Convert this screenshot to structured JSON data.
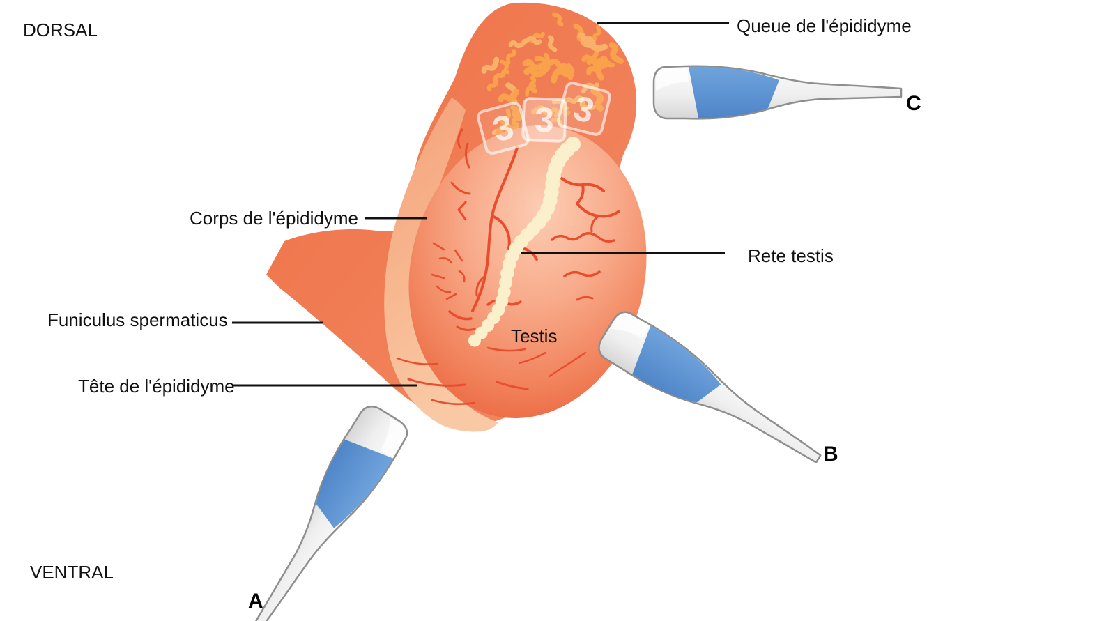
{
  "figure": {
    "type": "anatomical-diagram",
    "subject": "Testis and epididymis with ultrasound probe scan positions",
    "orientation": {
      "dorsal": "DORSAL",
      "ventral": "VENTRAL"
    },
    "labels": {
      "queue": "Queue de l'épididyme",
      "corps": "Corps de l'épididyme",
      "funiculus": "Funiculus spermaticus",
      "tete": "Tête de l'épididyme",
      "rete": "Rete testis",
      "testis": "Testis"
    },
    "probes": {
      "a": "A",
      "b": "B",
      "c": "C"
    },
    "plane_marker_number": "3",
    "colors": {
      "background": "#FFFFFF",
      "epididymis": "#F0774C",
      "epididymis_edge": "#F28A60",
      "tete_band_top": "#F4A078",
      "tete_band_bottom": "#F9C9A5",
      "testis_rim": "#E96441",
      "testis_mid": "#F49B7B",
      "testis_center": "#FCCDB4",
      "vessel": "#E84E2D",
      "squiggle": "#F9A14B",
      "squiggle_light": "#F8B169",
      "rete_chain": "#FAF0CB",
      "probe_blue": "#5B92D4",
      "probe_body": "#F0F0F0",
      "probe_outline": "#8E8E8E",
      "leader_line": "#111111",
      "label_text": "#111111",
      "marker_white": "#FFFFFF"
    }
  }
}
